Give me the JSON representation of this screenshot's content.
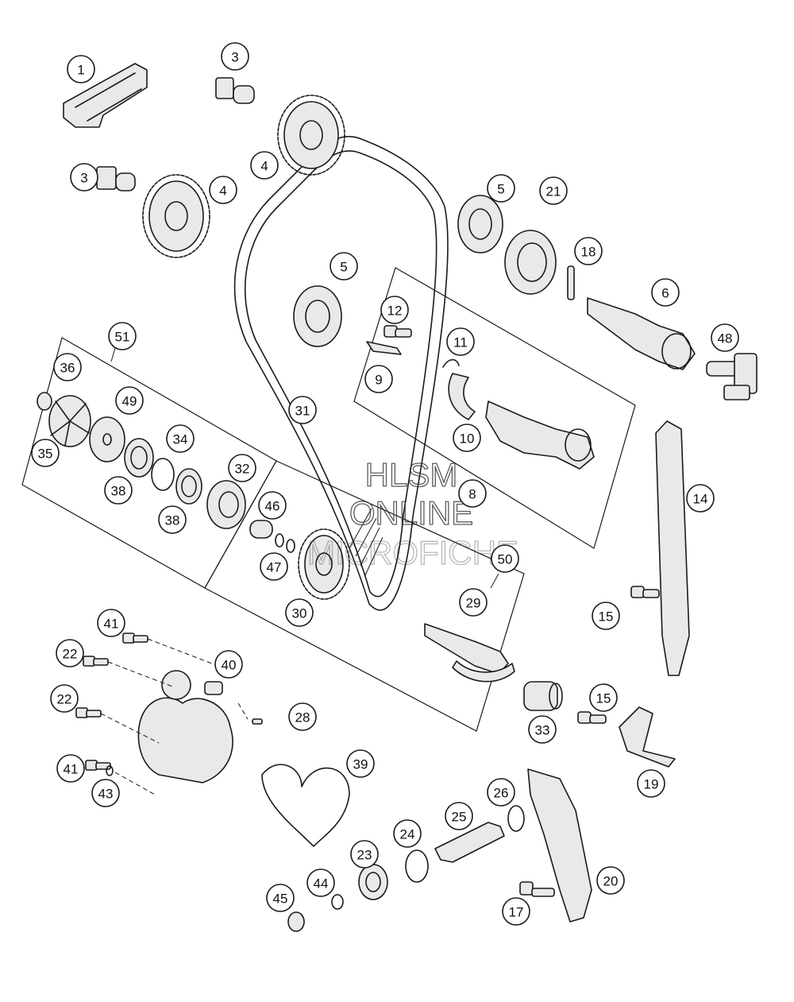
{
  "diagram": {
    "callouts": [
      "1",
      "3",
      "3",
      "4",
      "4",
      "5",
      "5",
      "21",
      "18",
      "6",
      "48",
      "12",
      "11",
      "9",
      "10",
      "8",
      "31",
      "51",
      "36",
      "49",
      "34",
      "35",
      "38",
      "38",
      "32",
      "46",
      "47",
      "30",
      "50",
      "29",
      "14",
      "15",
      "15",
      "41",
      "22",
      "40",
      "22",
      "28",
      "41",
      "43",
      "39",
      "33",
      "19",
      "26",
      "25",
      "24",
      "23",
      "44",
      "45",
      "20",
      "17"
    ],
    "watermark": [
      "HLSM",
      "ONLINE",
      "MICROFICHE"
    ]
  },
  "colors": {
    "line": "#1a1a1a",
    "fill": "#e9e9e9",
    "background": "#ffffff"
  }
}
